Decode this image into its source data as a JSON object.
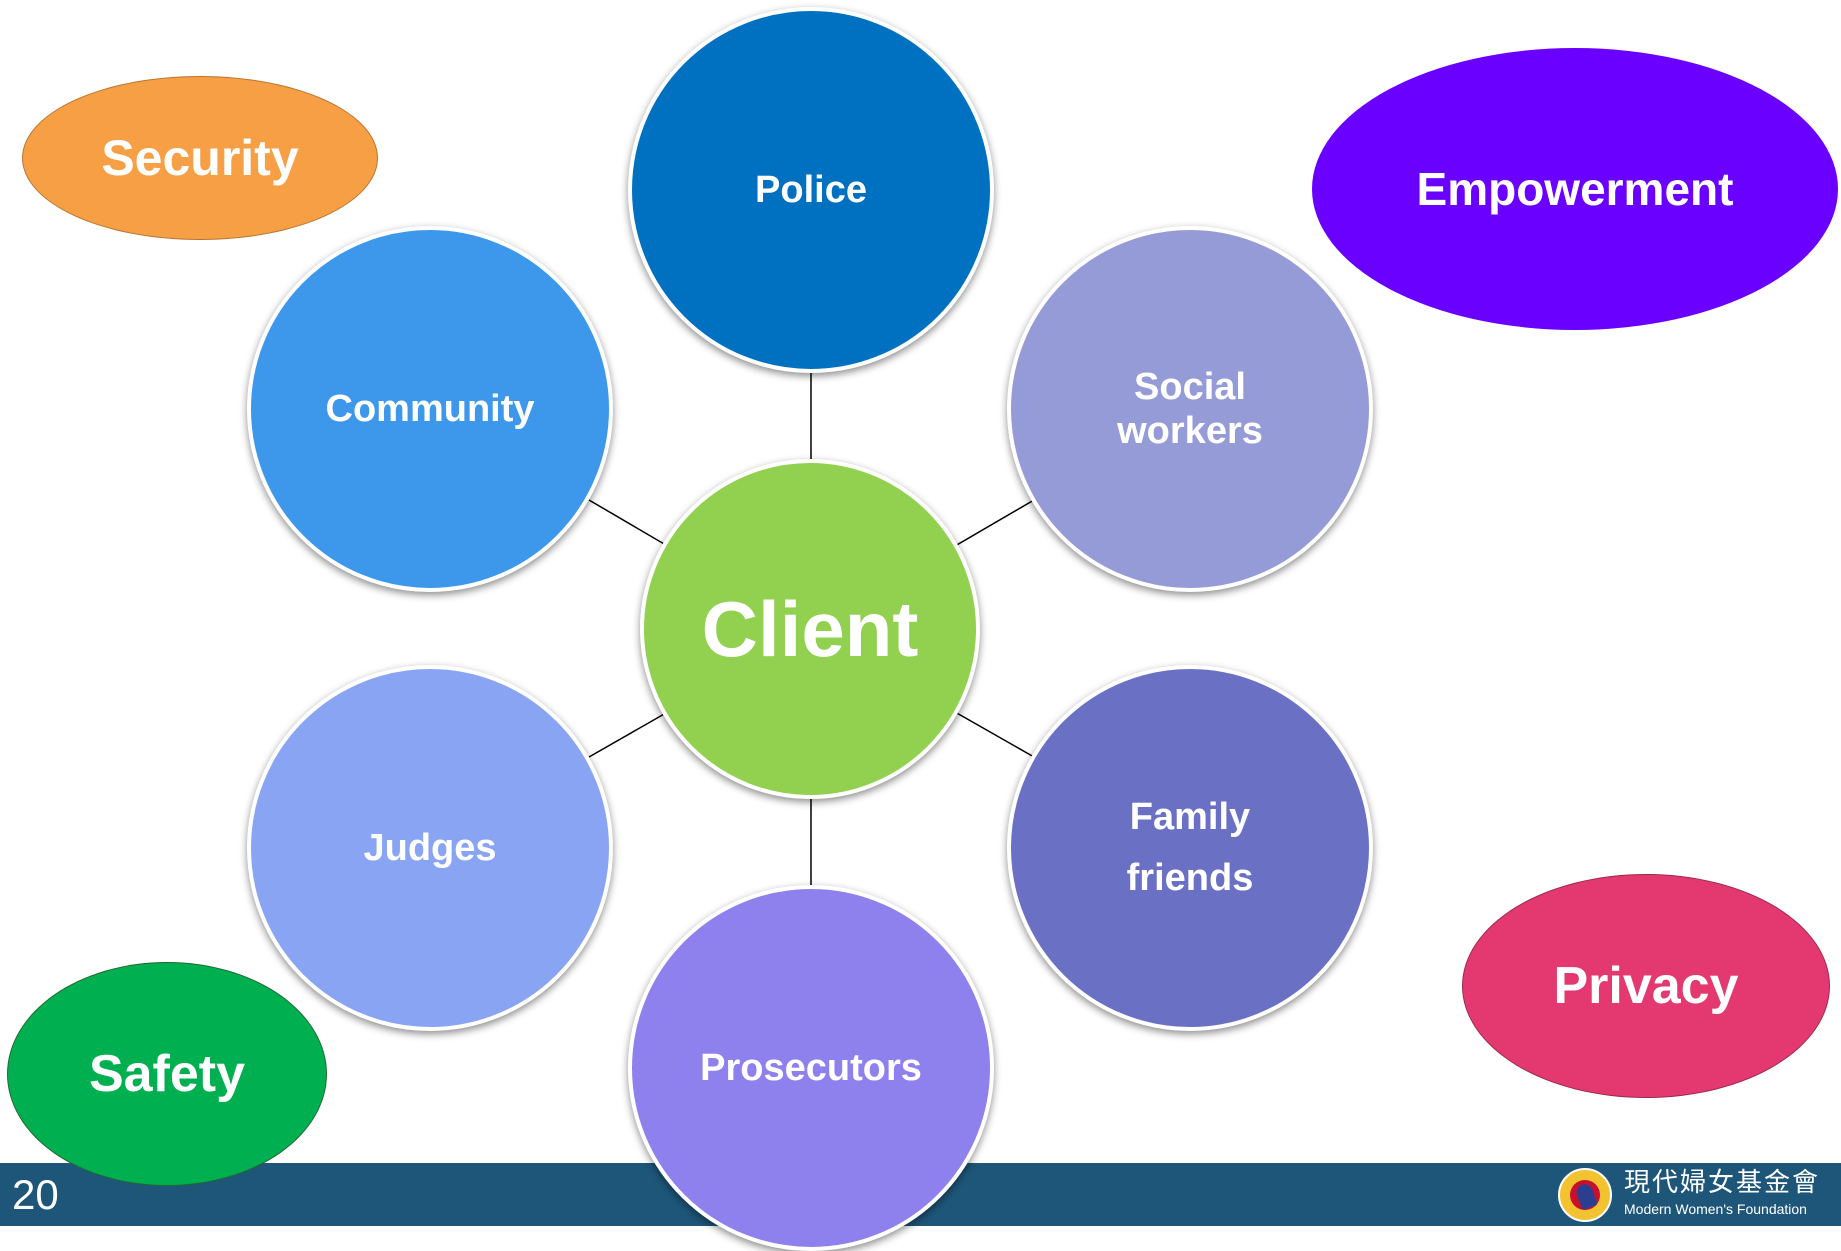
{
  "center": {
    "label": "Client",
    "color": "#92d050"
  },
  "stakeholders": [
    {
      "label": "Police",
      "color": "#0070c0"
    },
    {
      "label": "Social\nworkers",
      "color": "#959bd6"
    },
    {
      "label": "Family\nfriends",
      "color": "#6a71c5"
    },
    {
      "label": "Prosecutors",
      "color": "#8e80ed"
    },
    {
      "label": "Judges",
      "color": "#88a4f2"
    },
    {
      "label": "Community",
      "color": "#3d97ea"
    }
  ],
  "values": [
    {
      "label": "Security",
      "color": "#f79f45"
    },
    {
      "label": "Empowerment",
      "color": "#6a00ff"
    },
    {
      "label": "Safety",
      "color": "#00b050"
    },
    {
      "label": "Privacy",
      "color": "#e33970"
    }
  ],
  "footer": {
    "page_number": "20",
    "org_name_cn": "現代婦女基金會",
    "org_name_en": "Modern Women's Foundation"
  }
}
